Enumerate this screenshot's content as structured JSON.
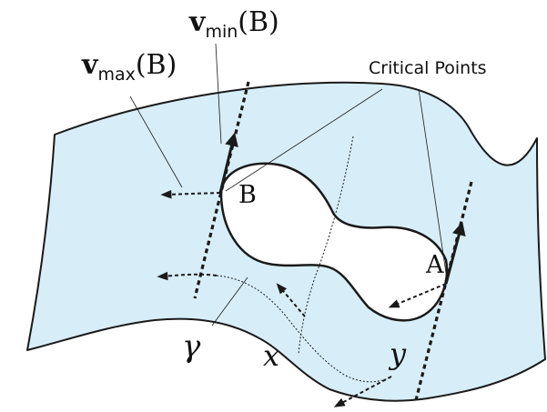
{
  "labels": {
    "vmin_symbol": "v",
    "vmin_subscript": "min",
    "vmin_arg": "(B)",
    "vmax_symbol": "v",
    "vmax_subscript": "max",
    "vmax_arg": "(B)",
    "critical_points": "Critical Points",
    "point_b": "B",
    "point_a": "A",
    "gamma": "γ",
    "x": "x",
    "y": "y"
  },
  "colors": {
    "surface_fill": "#d7eef8",
    "stroke": "#1a1a1a",
    "hole_fill": "#ffffff"
  }
}
